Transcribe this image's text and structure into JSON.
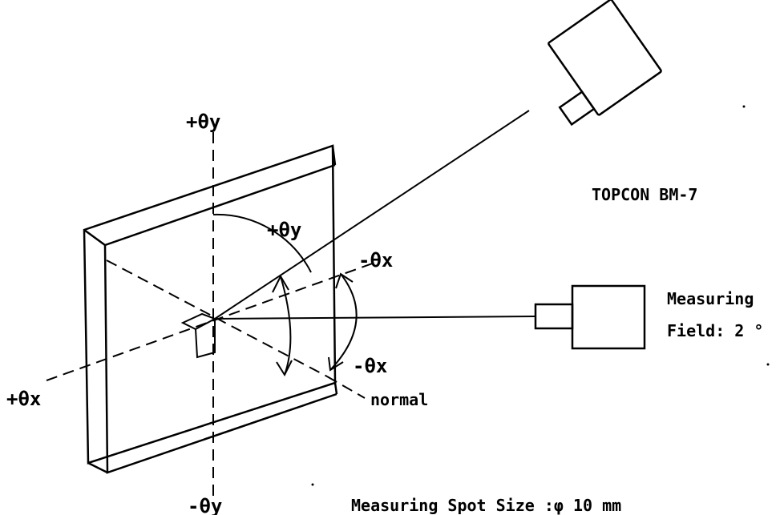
{
  "labels": {
    "plus_theta_y_top": "+θy",
    "plus_theta_y_arc": "+θy",
    "minus_theta_x_top": "-θx",
    "minus_theta_x_arc": "-θx",
    "plus_theta_x": "+θx",
    "minus_theta_y": "-θy",
    "normal": "normal",
    "instrument": "TOPCON BM-7",
    "measuring_field_line1": "Measuring",
    "measuring_field_line2": "Field: 2 °",
    "spot_size": "Measuring Spot Size :φ 10 mm"
  }
}
